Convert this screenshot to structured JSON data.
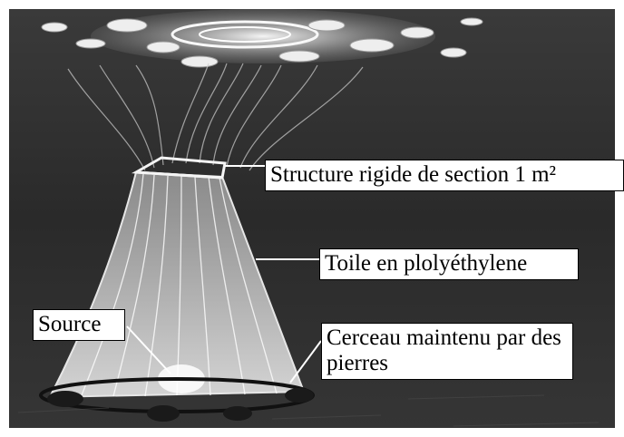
{
  "labels": {
    "structure": "Structure rigide de section 1 m²",
    "toile": "Toile en plolyéthylene",
    "source": "Source",
    "cerceau": "Cerceau maintenu par des pierres"
  },
  "colors": {
    "background": "#ffffff",
    "photo_dark": "#2b2b2b",
    "photo_light": "#f2f2f2",
    "label_border": "#000000",
    "label_text": "#000000"
  }
}
